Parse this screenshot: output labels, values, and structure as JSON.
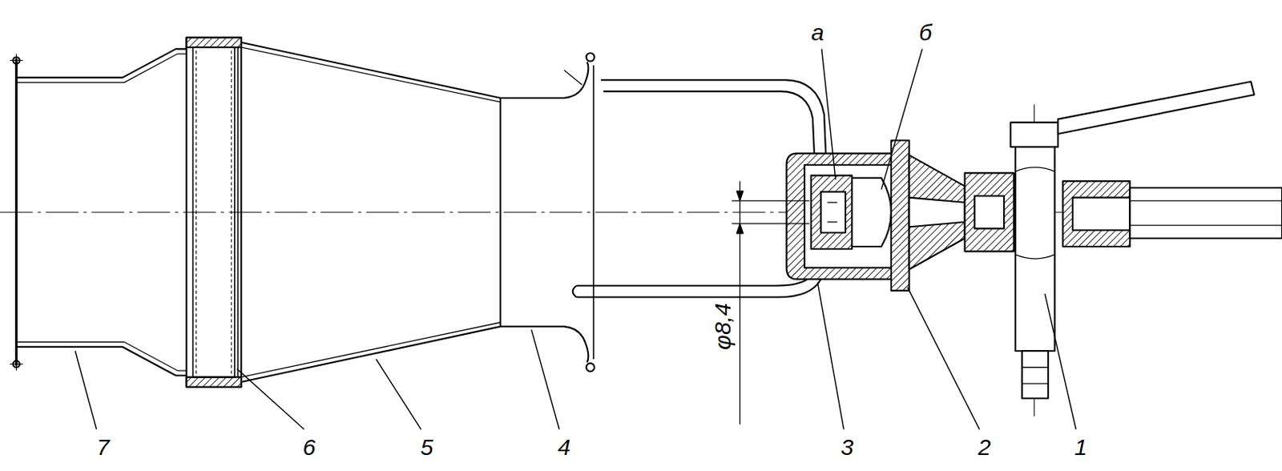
{
  "diagram": {
    "labels": [
      "а",
      "б",
      "φ8,4",
      "7",
      "6",
      "5",
      "4",
      "3",
      "2",
      "1"
    ]
  }
}
